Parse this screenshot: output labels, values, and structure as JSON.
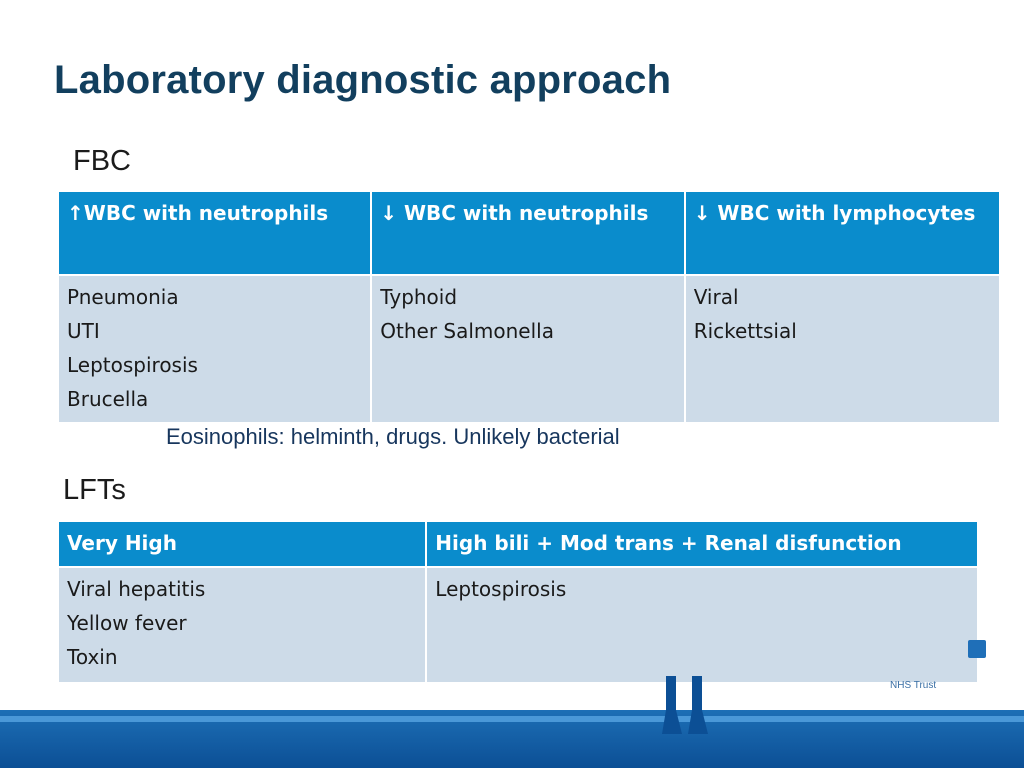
{
  "title": "Laboratory diagnostic approach",
  "fbc": {
    "label": "FBC",
    "headers": [
      "↑WBC with neutrophils",
      "↓ WBC with neutrophils",
      "↓ WBC with lymphocytes"
    ],
    "cells": [
      [
        "Pneumonia",
        "UTI",
        "Leptospirosis",
        "Brucella"
      ],
      [
        "Typhoid",
        "Other Salmonella"
      ],
      [
        "Viral",
        "Rickettsial"
      ]
    ],
    "note": "Eosinophils: helminth, drugs. Unlikely bacterial"
  },
  "lfts": {
    "label": "LFTs",
    "headers": [
      "Very High",
      "High bili + Mod trans + Renal disfunction"
    ],
    "cells": [
      [
        "Viral hepatitis",
        "Yellow fever",
        "Toxin"
      ],
      [
        "Leptospirosis"
      ]
    ]
  },
  "footer": {
    "trust_text": "NHS Trust"
  },
  "colors": {
    "title": "#123f5e",
    "header_bg": "#0a8ccc",
    "cell_bg": "#cddbe8",
    "footer_blue": "#1d6fb6"
  }
}
